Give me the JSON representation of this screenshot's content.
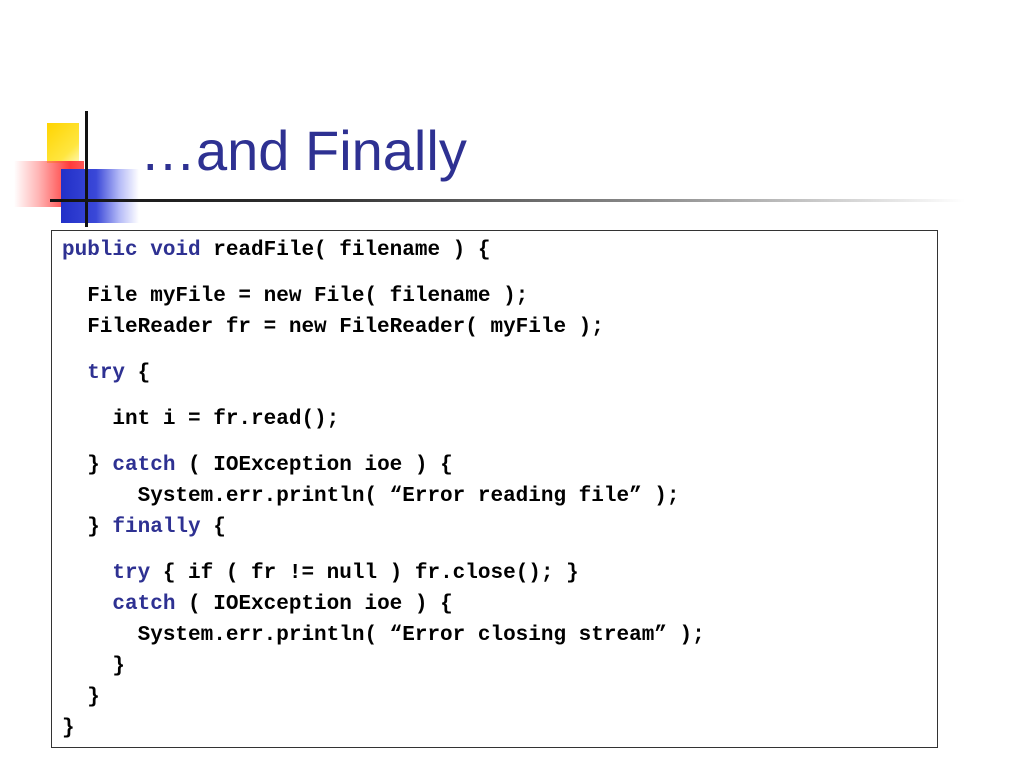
{
  "slide": {
    "title": "…and Finally",
    "colors": {
      "title": "#2e3192",
      "keyword": "#2e3192",
      "code": "#000000",
      "accent_yellow": "#ffd400",
      "accent_red": "#ff3b3b",
      "accent_blue": "#2230c8"
    }
  },
  "code": {
    "lines": [
      {
        "parts": [
          "public void",
          " readFile( filename ) {"
        ]
      },
      {
        "parts": [
          "  File myFile = new File( filename );"
        ]
      },
      {
        "parts": [
          "  FileReader fr = new FileReader( myFile );"
        ]
      },
      {
        "parts": [
          "  ",
          "try",
          " {"
        ]
      },
      {
        "parts": [
          "    int i = fr.read();"
        ]
      },
      {
        "parts": [
          "  } ",
          "catch",
          " ( IOException ioe ) {"
        ]
      },
      {
        "parts": [
          "      System.err.println( “Error reading file” );"
        ]
      },
      {
        "parts": [
          "  } ",
          "finally",
          " {"
        ]
      },
      {
        "parts": [
          "    ",
          "try",
          " { if ( fr != null ) fr.close(); }"
        ]
      },
      {
        "parts": [
          "    ",
          "catch",
          " ( IOException ioe ) {"
        ]
      },
      {
        "parts": [
          "      System.err.println( “Error closing stream” );"
        ]
      },
      {
        "parts": [
          "    }"
        ]
      },
      {
        "parts": [
          "  }"
        ]
      },
      {
        "parts": [
          "}"
        ]
      }
    ]
  }
}
